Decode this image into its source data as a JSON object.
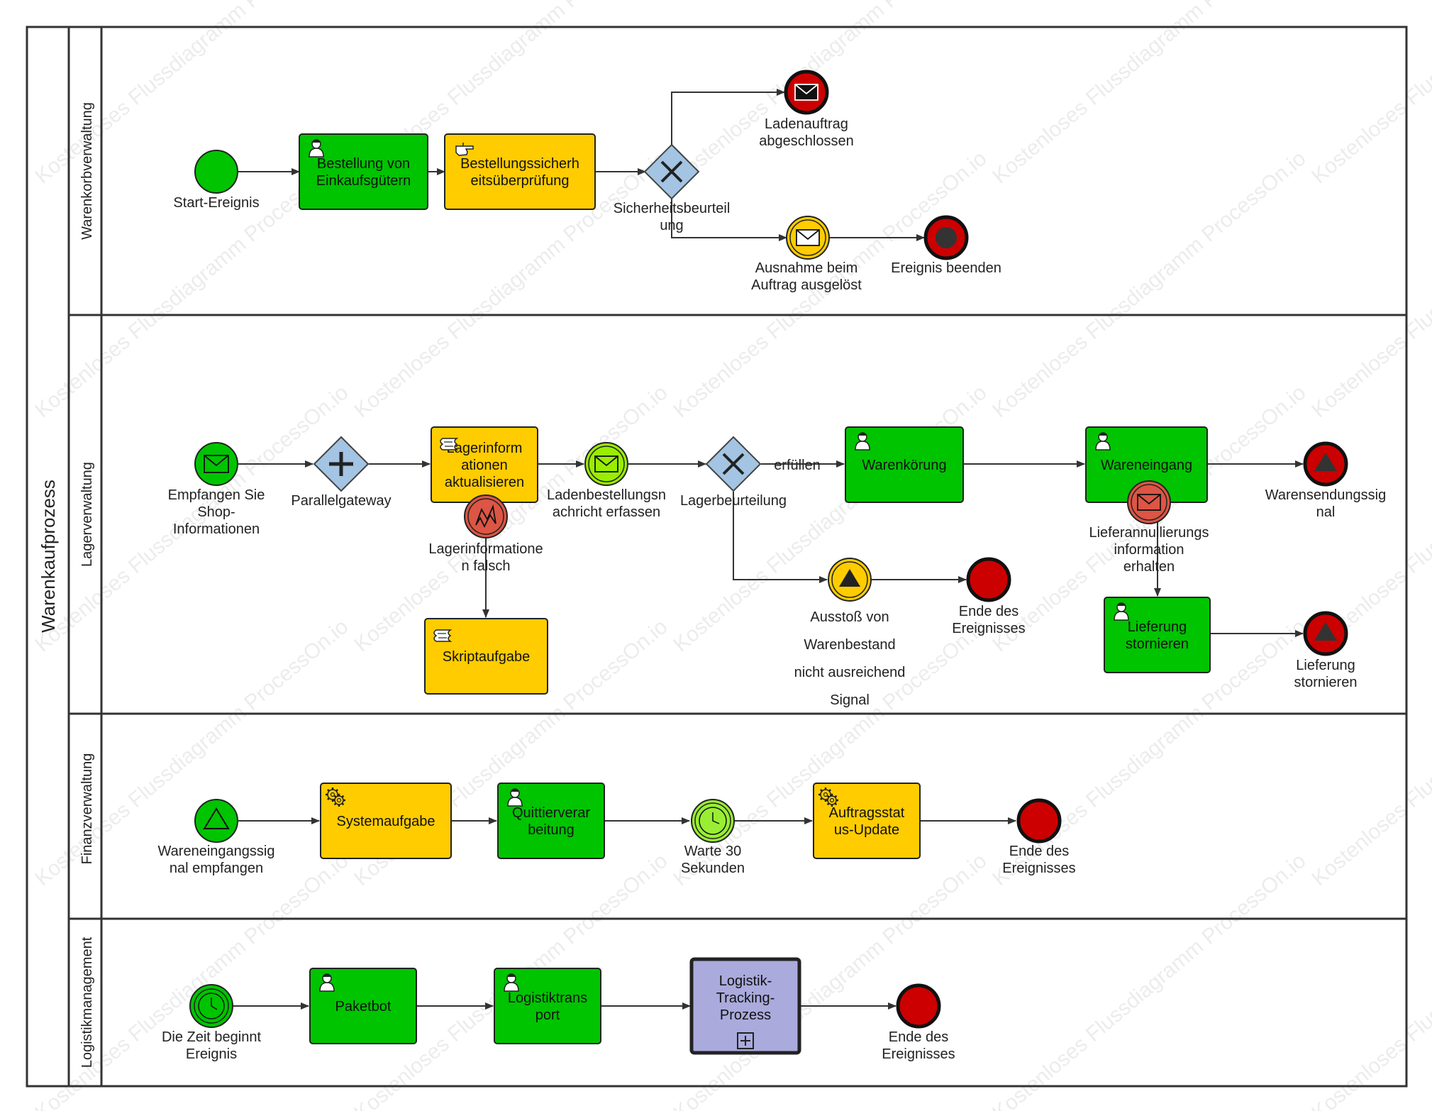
{
  "pool": {
    "label": "Warenkaufprozess"
  },
  "lanes": [
    {
      "id": "lane1",
      "label": "Warenkorbverwaltung"
    },
    {
      "id": "lane2",
      "label": "Lagerverwaltung"
    },
    {
      "id": "lane3",
      "label": "Finanzverwaltung"
    },
    {
      "id": "lane4",
      "label": "Logistikmanagement"
    }
  ],
  "tasks": [
    {
      "id": "t1",
      "label": [
        "Bestellung von",
        "Einkaufsgütern"
      ],
      "color": "#00c400",
      "icon": "user-icon"
    },
    {
      "id": "t2",
      "label": [
        "Bestellungssicherh",
        "eitsüberprüfung"
      ],
      "color": "#ffcc00",
      "icon": "manual-hand-icon"
    },
    {
      "id": "t3",
      "label": [
        "Lagerinform",
        "ationen",
        "aktualisieren"
      ],
      "color": "#ffcc00",
      "icon": "script-icon"
    },
    {
      "id": "t4",
      "label": [
        "Skriptaufgabe"
      ],
      "color": "#ffcc00",
      "icon": "script-icon"
    },
    {
      "id": "t5",
      "label": [
        "Warenkörung"
      ],
      "color": "#00c400",
      "icon": "user-icon"
    },
    {
      "id": "t6",
      "label": [
        "Wareneingang"
      ],
      "color": "#00c400",
      "icon": "user-icon"
    },
    {
      "id": "t7",
      "label": [
        "Lieferung",
        "stornieren"
      ],
      "color": "#00c400",
      "icon": "user-icon"
    },
    {
      "id": "t8",
      "label": [
        "Systemaufgabe"
      ],
      "color": "#ffcc00",
      "icon": "gear-icon"
    },
    {
      "id": "t9",
      "label": [
        "Quittierverar",
        "beitung"
      ],
      "color": "#00c400",
      "icon": "user-icon"
    },
    {
      "id": "t10",
      "label": [
        "Auftragsstat",
        "us-Update"
      ],
      "color": "#ffcc00",
      "icon": "gear-icon"
    },
    {
      "id": "t11",
      "label": [
        "Paketbot"
      ],
      "color": "#00c400",
      "icon": "user-icon"
    },
    {
      "id": "t12",
      "label": [
        "Logistiktrans",
        "port"
      ],
      "color": "#00c400",
      "icon": "user-icon"
    },
    {
      "id": "t13",
      "label": [
        "Logistik-",
        "Tracking-",
        "Prozess"
      ],
      "color": "#aaaadd",
      "icon": "subprocess-plus-icon"
    }
  ],
  "events": [
    {
      "id": "e1",
      "label": [
        "Start-Ereignis"
      ],
      "type": "start"
    },
    {
      "id": "e2",
      "label": [
        "Ladenauftrag",
        "abgeschlossen"
      ],
      "type": "end-message"
    },
    {
      "id": "e3",
      "label": [
        "Ausnahme beim",
        "Auftrag ausgelöst"
      ],
      "type": "intermediate-message"
    },
    {
      "id": "e4",
      "label": [
        "Ereignis beenden"
      ],
      "type": "end-terminate"
    },
    {
      "id": "e5",
      "label": [
        "Empfangen Sie",
        "Shop-",
        "Informationen"
      ],
      "type": "start-message"
    },
    {
      "id": "e6",
      "label": [
        "Lagerinformatione",
        "n falsch"
      ],
      "type": "boundary-error"
    },
    {
      "id": "e7",
      "label": [
        "Ladenbestellungsn",
        "achricht erfassen"
      ],
      "type": "intermediate-message"
    },
    {
      "id": "e8",
      "label": [
        "Ausstoß von",
        "Warenbestand",
        "nicht ausreichend",
        "Signal"
      ],
      "type": "intermediate-signal"
    },
    {
      "id": "e9",
      "label": [
        "Ende des",
        "Ereignisses"
      ],
      "type": "end"
    },
    {
      "id": "e10",
      "label": [
        "Warensendungssig",
        "nal"
      ],
      "type": "end-signal"
    },
    {
      "id": "e11",
      "label": [
        "Lieferannullierungs",
        "information",
        "erhalten"
      ],
      "type": "boundary-message"
    },
    {
      "id": "e12",
      "label": [
        "Lieferung",
        "stornieren"
      ],
      "type": "end-signal"
    },
    {
      "id": "e13",
      "label": [
        "Wareneingangssig",
        "nal empfangen"
      ],
      "type": "start-signal"
    },
    {
      "id": "e14",
      "label": [
        "Warte 30",
        "Sekunden"
      ],
      "type": "intermediate-timer"
    },
    {
      "id": "e15",
      "label": [
        "Ende des",
        "Ereignisses"
      ],
      "type": "end"
    },
    {
      "id": "e16",
      "label": [
        "Die Zeit beginnt",
        "Ereignis"
      ],
      "type": "start-timer"
    },
    {
      "id": "e17",
      "label": [
        "Ende des",
        "Ereignisses"
      ],
      "type": "end"
    }
  ],
  "gateways": [
    {
      "id": "g1",
      "label": [
        "Sicherheitsbeurteil",
        "ung"
      ],
      "type": "exclusive"
    },
    {
      "id": "g2",
      "label": [
        "Parallelgateway"
      ],
      "type": "parallel"
    },
    {
      "id": "g3",
      "label": [
        "Lagerbeurteilung"
      ],
      "type": "exclusive"
    }
  ],
  "flow_labels": [
    {
      "id": "f-erfuellen",
      "label": "erfüllen"
    }
  ],
  "watermark": "Kostenloses Flussdiagramm ProcessOn.io",
  "colors": {
    "task_green": "#00c400",
    "task_yellow": "#ffcc00",
    "subprocess": "#aaaadd",
    "gateway": "#a3c4e3",
    "end_red": "#cc0000",
    "start_green": "#00c400",
    "error_red": "#dd5544",
    "msg_lime": "#99ee00",
    "timer_lime": "#99ee33"
  }
}
